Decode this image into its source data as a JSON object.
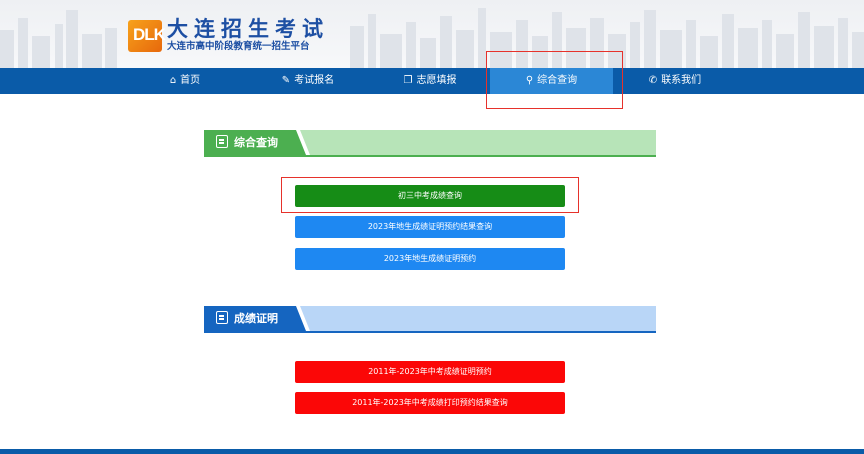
{
  "logo": {
    "mark": "DLK",
    "title": "大连招生考试",
    "subtitle": "大连市高中阶段教育统一招生平台"
  },
  "nav": {
    "items": [
      {
        "label": "首页",
        "icon": "home-icon"
      },
      {
        "label": "考试报名",
        "icon": "pencil-icon"
      },
      {
        "label": "志愿填报",
        "icon": "document-icon"
      },
      {
        "label": "综合查询",
        "icon": "search-icon"
      },
      {
        "label": "联系我们",
        "icon": "phone-icon"
      }
    ],
    "active_index": 3
  },
  "sections": {
    "query": {
      "title": "综合查询",
      "buttons": [
        "初三中考成绩查询",
        "2023年地生成绩证明预约结果查询",
        "2023年地生成绩证明预约"
      ]
    },
    "certificate": {
      "title": "成绩证明",
      "buttons": [
        "2011年-2023年中考成绩证明预约",
        "2011年-2023年中考成绩打印预约结果查询"
      ]
    }
  },
  "colors": {
    "nav_bg": "#0a5ba8",
    "nav_active": "#2b87d6",
    "query_tab": "#4caf50",
    "query_bar": "#b7e4b8",
    "cert_tab": "#1565c0",
    "cert_bar": "#b9d6f7",
    "btn_green": "#168c16",
    "btn_blue": "#1e88f2",
    "btn_red": "#fb0707",
    "highlight": "#e6322b"
  }
}
